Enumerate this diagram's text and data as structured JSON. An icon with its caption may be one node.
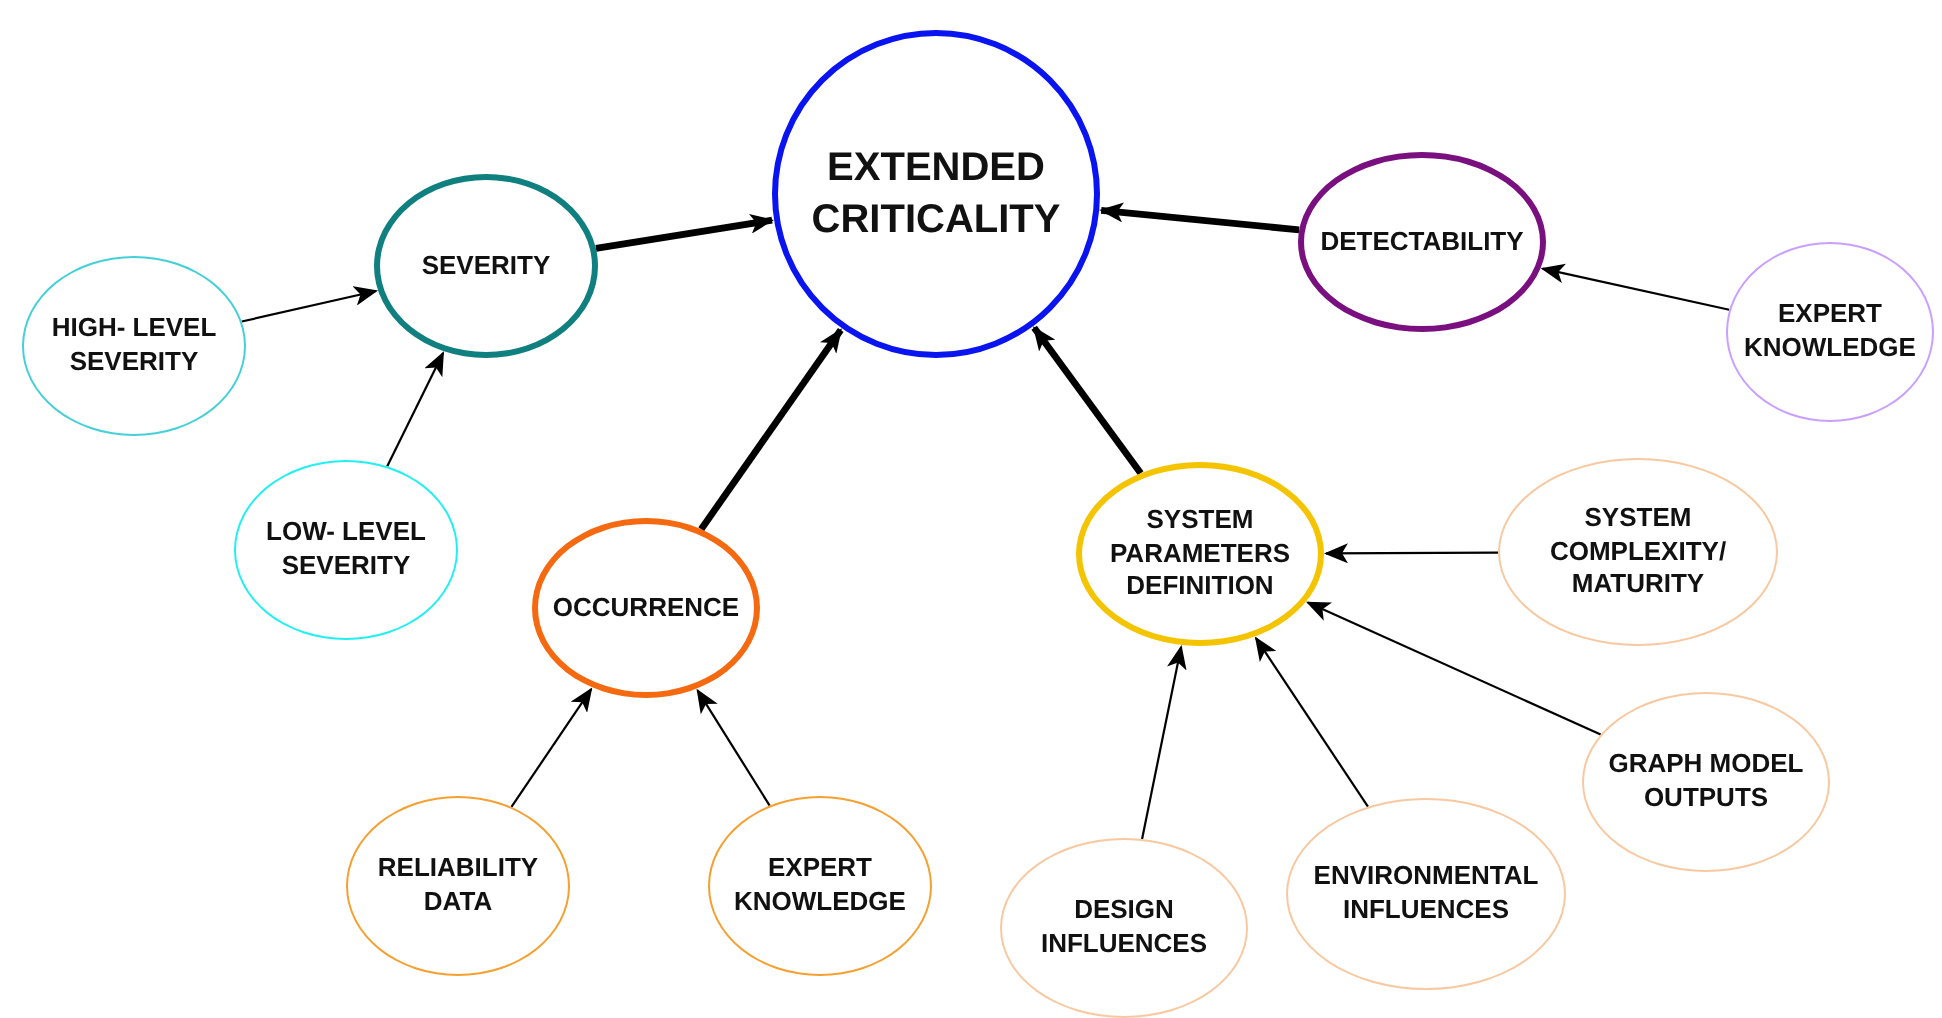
{
  "diagram": {
    "nodes": [
      {
        "text": [
          "EXTENDED CRITICALITY"
        ]
      },
      {
        "text": [
          "SEVERITY"
        ]
      },
      {
        "text": [
          "DETECTABILITY"
        ]
      },
      {
        "text": [
          "HIGH- LEVEL SEVERITY"
        ]
      },
      {
        "text": [
          "EXPERT KNOWLEDGE"
        ]
      },
      {
        "text": [
          "LOW- LEVEL SEVERITY"
        ]
      },
      {
        "text": [
          "SYSTEM PARAMETERS DEFINITION"
        ]
      },
      {
        "text": [
          "OCCURRENCE"
        ]
      },
      {
        "text": [
          "SYSTEM COMPLEXITY/ MATURITY"
        ]
      },
      {
        "text": [
          "GRAPH MODEL OUTPUTS"
        ]
      },
      {
        "text": [
          "RELIABILITY DATA"
        ]
      },
      {
        "text": [
          "EXPERT KNOWLEDGE"
        ]
      },
      {
        "text": [
          "ENVIRONMENTAL INFLUENCES"
        ]
      },
      {
        "text": [
          "DESIGN INFLUENCES"
        ]
      }
    ],
    "edges": [
      {
        "from": 1,
        "to": 0,
        "arrow": "to",
        "style": "thick"
      },
      {
        "from": 2,
        "to": 0,
        "arrow": "to",
        "style": "thick"
      },
      {
        "from": 7,
        "to": 0,
        "arrow": "to",
        "style": "thick"
      },
      {
        "from": 6,
        "to": 0,
        "arrow": "to",
        "style": "thick"
      },
      {
        "from": 3,
        "to": 1,
        "arrow": "to"
      },
      {
        "from": 5,
        "to": 1,
        "arrow": "to"
      },
      {
        "from": 4,
        "to": 2,
        "arrow": "to"
      },
      {
        "from": 10,
        "to": 7,
        "arrow": "to"
      },
      {
        "from": 11,
        "to": 7,
        "arrow": "to"
      },
      {
        "from": 8,
        "to": 6,
        "arrow": "to"
      },
      {
        "from": 9,
        "to": 6,
        "arrow": "to"
      },
      {
        "from": 13,
        "to": 6,
        "arrow": "to"
      },
      {
        "from": 12,
        "to": 6,
        "arrow": "to"
      }
    ]
  }
}
